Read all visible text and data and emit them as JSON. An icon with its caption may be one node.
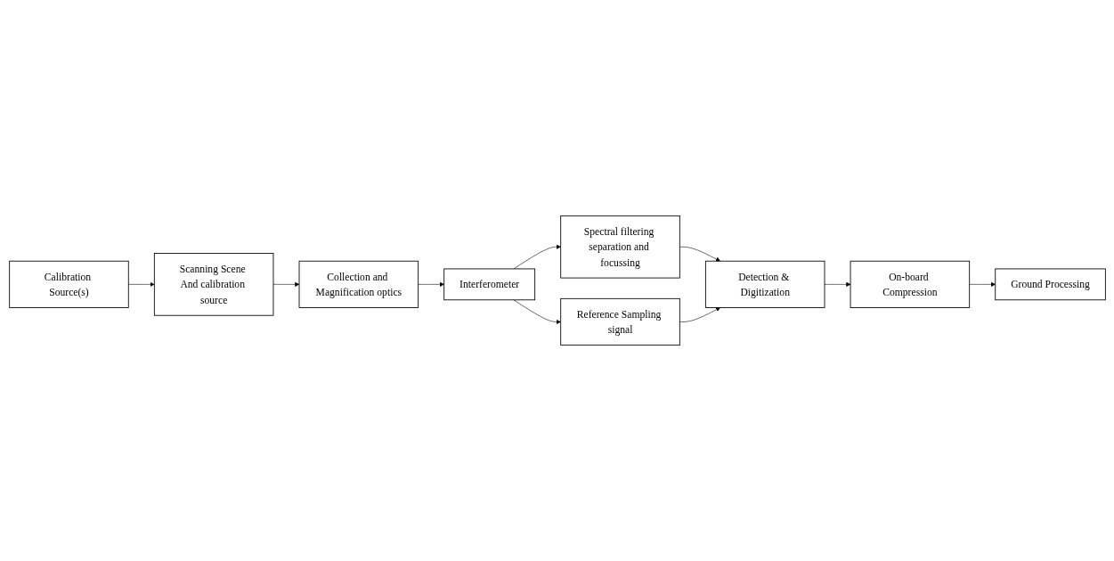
{
  "diagram": {
    "nodes": [
      {
        "text": [
          "Scanning Scene And calibration source"
        ]
      },
      {
        "text": [
          "Collection and Magnification optics"
        ]
      },
      {
        "text": [
          "Interferometer"
        ]
      },
      {
        "text": [
          "Spectral filtering separation and focussing"
        ]
      },
      {
        "text": [
          "Calibration Source(s)"
        ]
      },
      {
        "text": [
          "Reference Sampling signal"
        ]
      },
      {
        "text": [
          "Detection & Digitization"
        ]
      },
      {
        "text": [
          "Ground Processing"
        ]
      },
      {
        "text": [
          "On-board Compression"
        ]
      }
    ],
    "edges": [
      {
        "from": 0,
        "to": 1,
        "arrow": "to"
      },
      {
        "from": 1,
        "to": 2,
        "arrow": "to"
      },
      {
        "from": 2,
        "to": 3,
        "arrow": "to"
      },
      {
        "from": 4,
        "to": 0,
        "arrow": "to"
      },
      {
        "from": 2,
        "to": 5,
        "arrow": "to"
      },
      {
        "from": 3,
        "to": 6,
        "arrow": "to"
      },
      {
        "from": 5,
        "to": 6,
        "arrow": "to"
      },
      {
        "from": 6,
        "to": 8,
        "arrow": "to"
      },
      {
        "from": 8,
        "to": 7,
        "arrow": "to"
      }
    ]
  }
}
